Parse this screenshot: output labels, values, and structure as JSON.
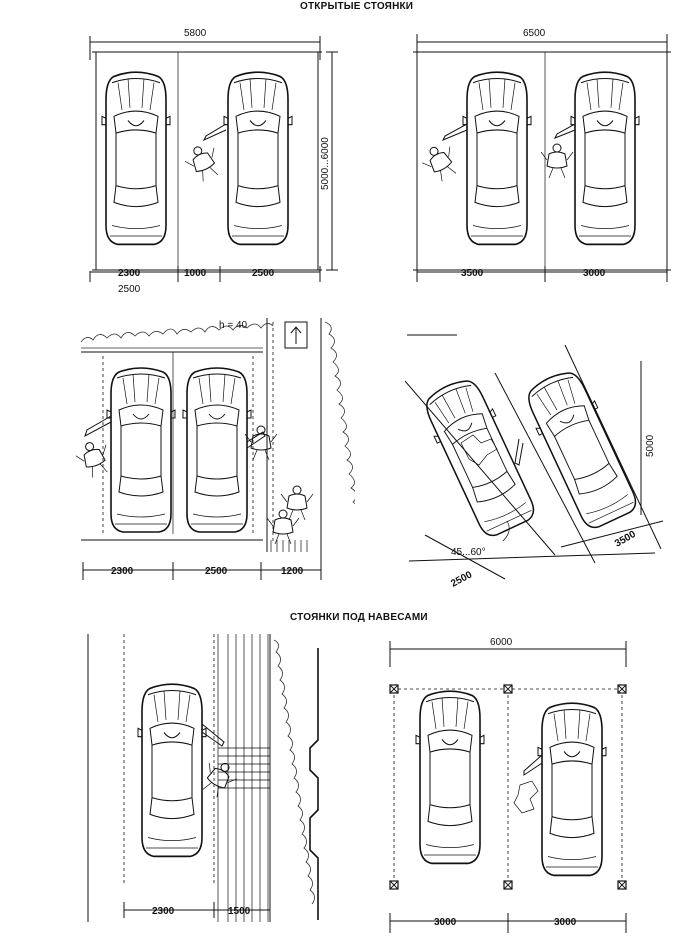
{
  "headings": {
    "open_parking": "ОТКРЫТЫЕ СТОЯНКИ",
    "covered_parking": "СТОЯНКИ ПОД НАВЕСАМИ"
  },
  "panel_a": {
    "width_total": "5800",
    "depth": "5000...6000",
    "left_width": "2300",
    "gap_width": "1000",
    "right_width": "2500",
    "left_width_alt": "2500"
  },
  "panel_b": {
    "width_total": "6500",
    "left_width": "3500",
    "right_width": "3000"
  },
  "panel_c": {
    "curb_height": "h = 40",
    "left_width": "2300",
    "mid_width": "2500",
    "walk_width": "1200"
  },
  "panel_d": {
    "depth": "5000",
    "angle": "45...60°",
    "stall_width": "2500",
    "stall_depth": "3500"
  },
  "panel_e": {
    "stall_width": "2300",
    "walk_width": "1500"
  },
  "panel_f": {
    "width_total": "6000",
    "left_width": "3000",
    "right_width": "3000"
  },
  "icons": [
    "car-topview-icon",
    "person-icon",
    "arrow-up-icon",
    "hedge-icon",
    "column-icon"
  ]
}
